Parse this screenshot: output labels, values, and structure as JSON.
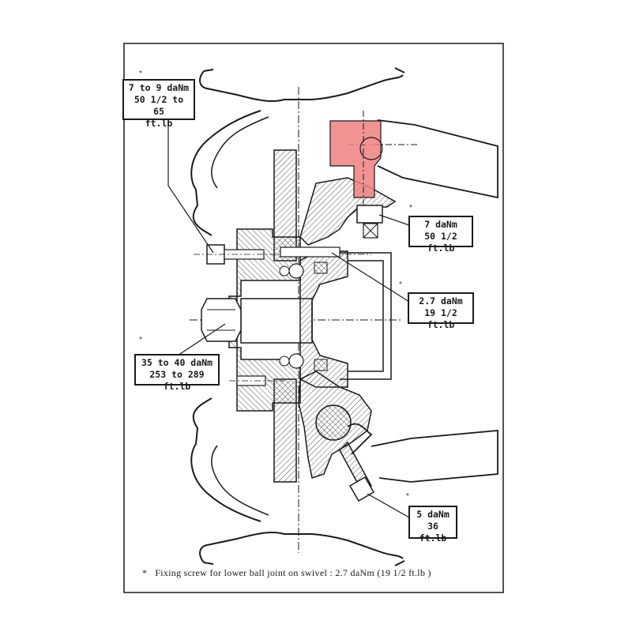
{
  "callouts": [
    {
      "id": "upper-hub-bolt",
      "lines": [
        "7 to 9 daNm",
        "50 1/2 to 65",
        "ft.lb"
      ],
      "starred": true
    },
    {
      "id": "upper-ball-joint",
      "lines": [
        "7 daNm",
        "50 1/2 ft.lb"
      ],
      "starred": true
    },
    {
      "id": "brake-disc-screw",
      "lines": [
        "2.7 daNm",
        "19 1/2 ft.lb"
      ],
      "starred": true
    },
    {
      "id": "hub-nut",
      "lines": [
        "35 to 40 daNm",
        "253 to 289 ft.lb"
      ],
      "starred": true
    },
    {
      "id": "lower-ball-joint",
      "lines": [
        "5 daNm",
        "36 ft.lb"
      ],
      "starred": true
    }
  ],
  "star_symbol": "*",
  "footnote": {
    "marker": "*",
    "text": "Fixing screw for lower ball joint on swivel : 2.7 daNm (19  1/2 ft.lb )"
  },
  "colors": {
    "line": "#1a1a1a",
    "hatch": "#555555",
    "highlight": "#f08080"
  }
}
